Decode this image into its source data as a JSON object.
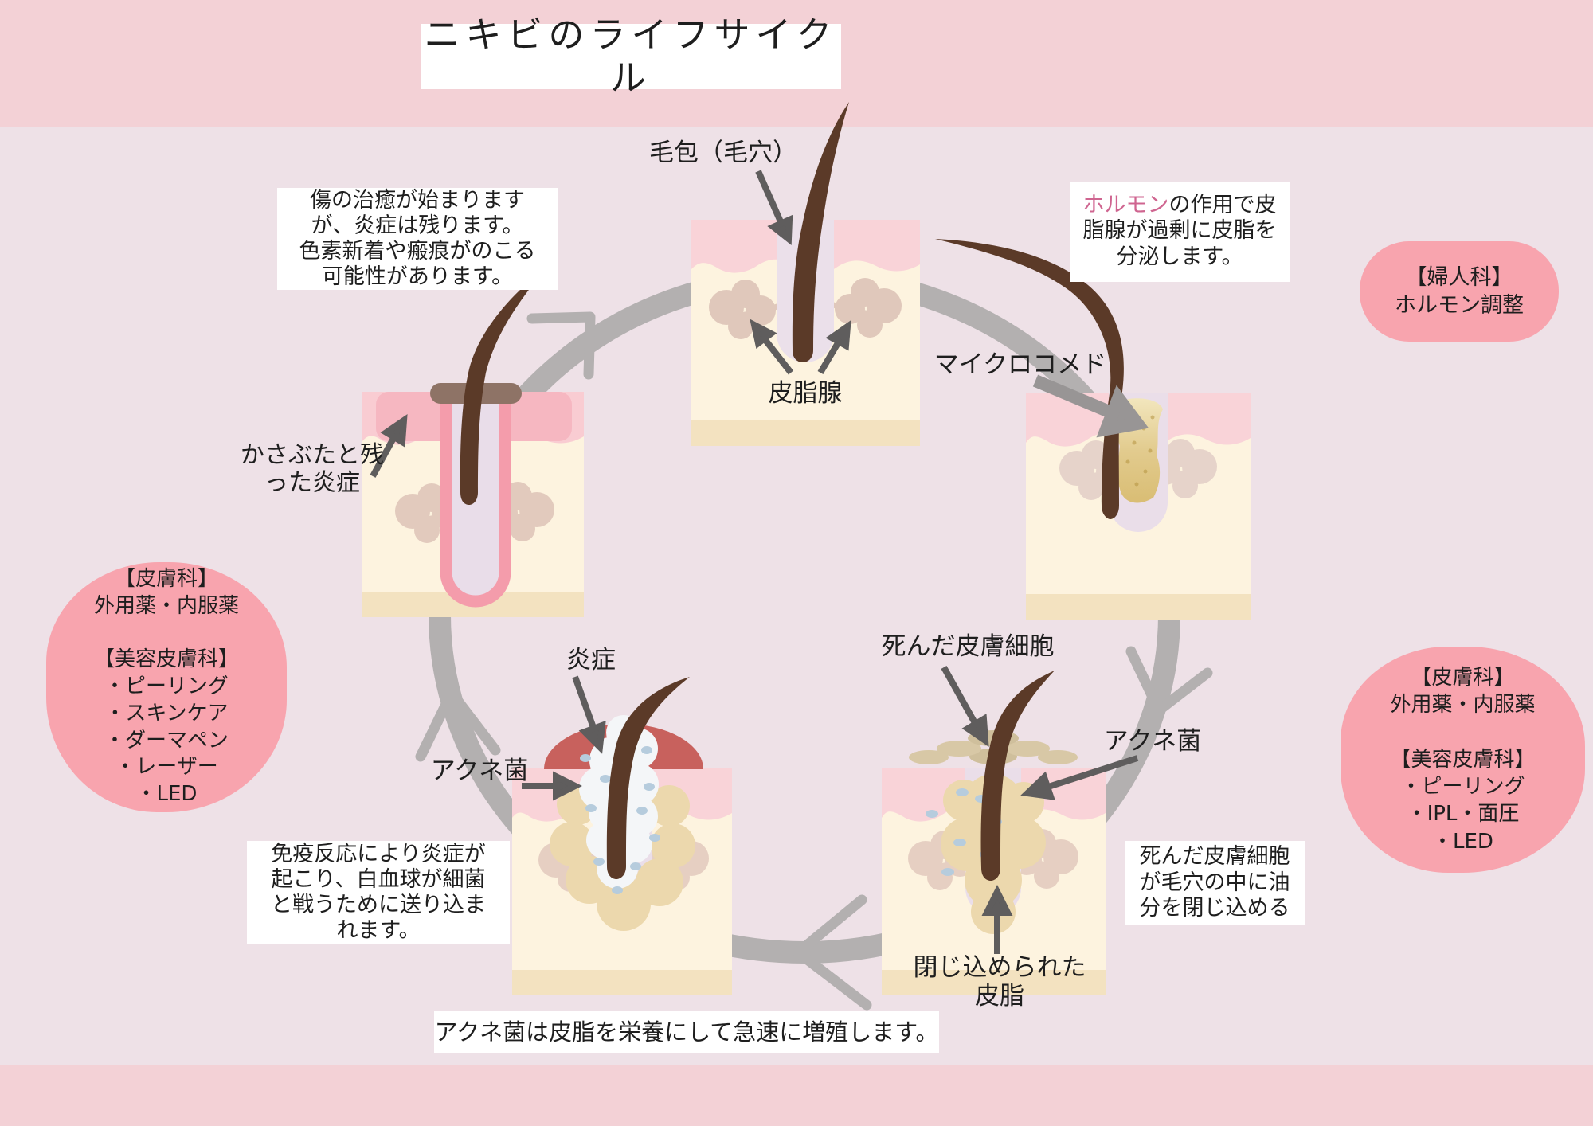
{
  "title": "ニキビのライフサイクル",
  "labels": {
    "follicle": "毛包（毛穴）",
    "sebaceous_gland": "皮脂腺",
    "microcomedo": "マイクロコメド",
    "dead_skin_cells": "死んだ皮膚細胞",
    "acne_bacteria_right": "アクネ菌",
    "trapped_sebum": [
      "閉じ込められた",
      "皮脂"
    ],
    "inflammation": "炎症",
    "acne_bacteria_left": "アクネ菌",
    "scab_inflammation": [
      "かさぶたと残",
      "った炎症"
    ]
  },
  "notes": {
    "hormone_highlight": "ホルモン",
    "hormone_rest": "の作用で皮脂腺が過剰に皮脂を分泌します。",
    "healing": [
      "傷の治癒が始まります",
      "が、炎症は残ります。",
      "色素新着や瘢痕がのこる",
      "可能性があります。"
    ],
    "immune": [
      "免疫反応により炎症が",
      "起こり、白血球が細菌",
      "と戦うために送り込ま",
      "れます。"
    ],
    "dead_cells_trap": [
      "死んだ皮膚細胞",
      "が毛穴の中に油",
      "分を閉じ込める"
    ],
    "bacteria_growth": "アクネ菌は皮脂を栄養にして急速に増殖します。"
  },
  "treatments": {
    "gynecology": [
      "【婦人科】",
      "ホルモン調整"
    ],
    "dermatology_left": [
      "【皮膚科】",
      "外用薬・内服薬",
      "",
      "【美容皮膚科】",
      "・ピーリング",
      "・スキンケア",
      "・ダーマペン",
      "・レーザー",
      "・LED"
    ],
    "dermatology_right": [
      "【皮膚科】",
      "外用薬・内服薬",
      "",
      "【美容皮膚科】",
      "・ピーリング",
      "・IPL・面圧",
      "・LED"
    ]
  },
  "colors": {
    "background": "#eee1e7",
    "banner_pink": "#f3d1d6",
    "bubble_pink": "#f8a4ae",
    "ring_gray": "#b3b0b0",
    "hormone_highlight": "#cf6590"
  }
}
